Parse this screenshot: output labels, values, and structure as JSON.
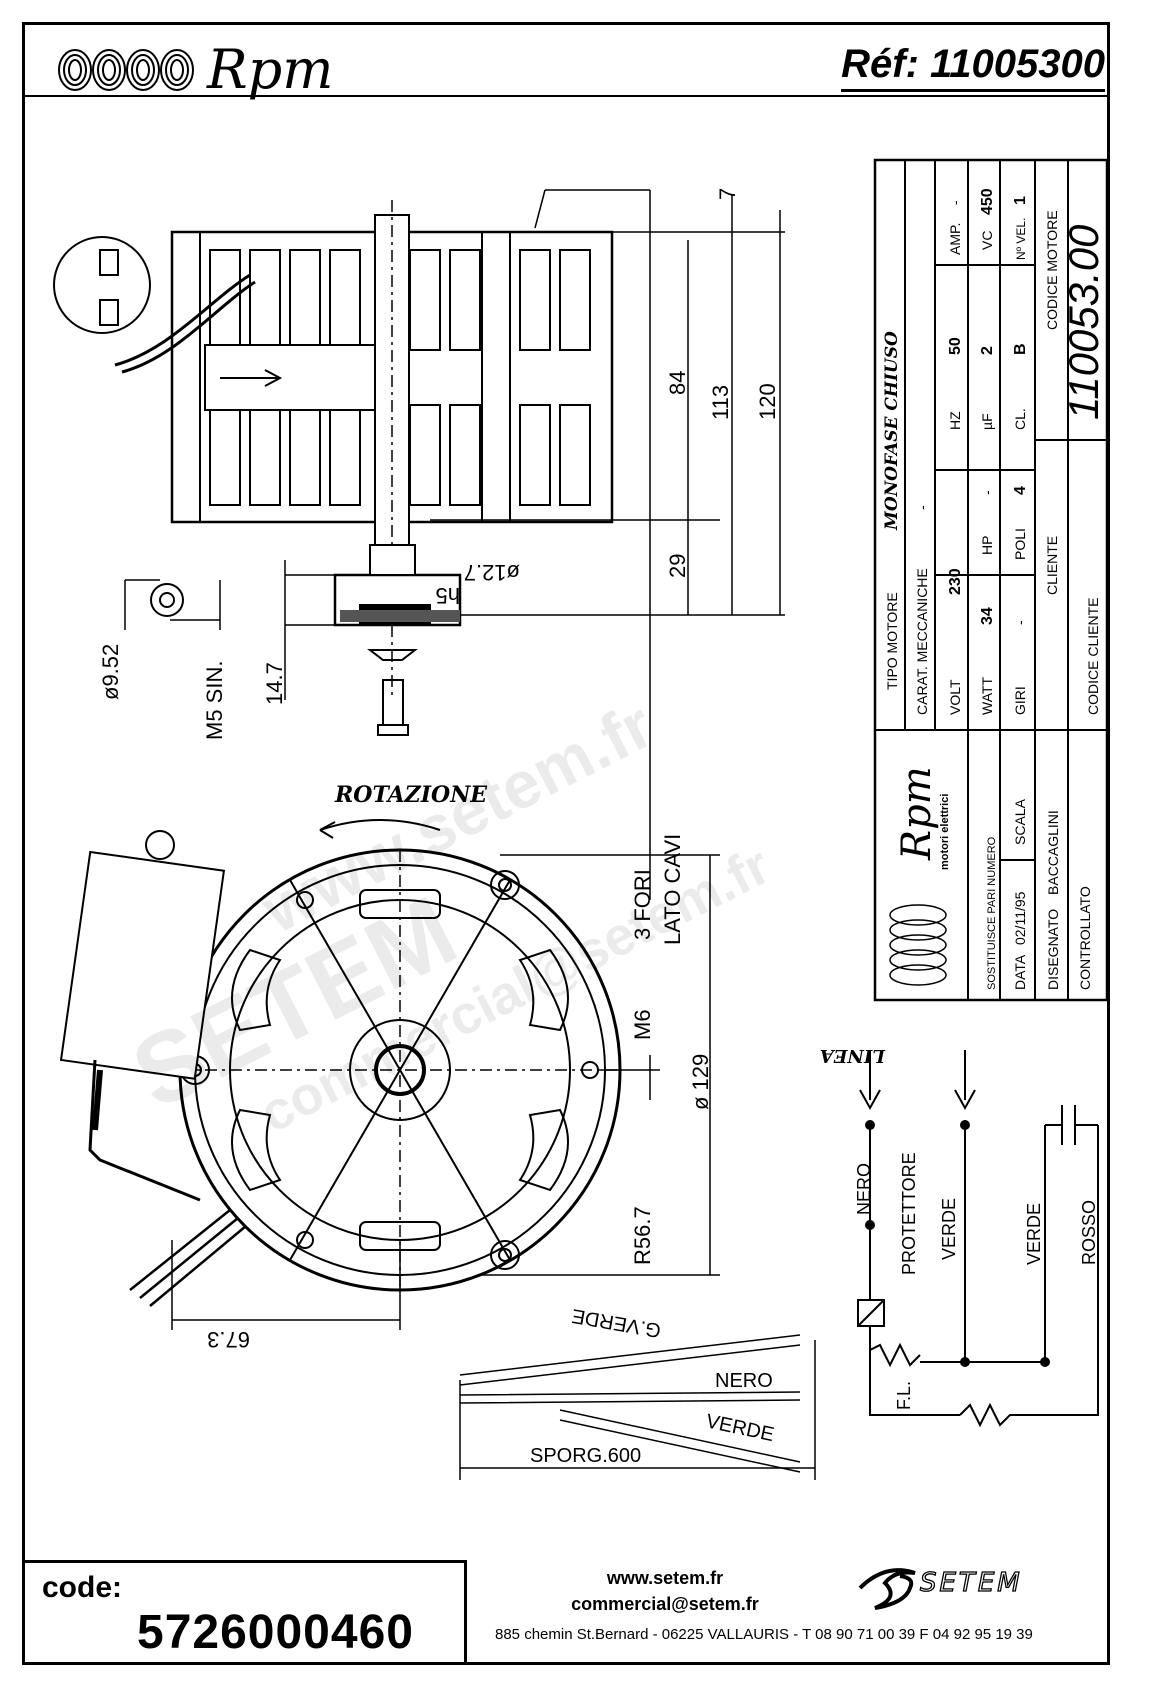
{
  "header": {
    "brand_name": "Rpm",
    "reference": "Réf: 11005300"
  },
  "drawing_labels": {
    "dim_7": "7",
    "dim_84": "84",
    "dim_113": "113",
    "dim_120": "120",
    "dim_29": "29",
    "dim_shaft": "ø12.7",
    "dim_h5": "h5",
    "dim_9_52": "ø9.52",
    "dim_m5": "M5 SIN.",
    "dim_14_7": "14.7",
    "rotazione": "ROTAZIONE",
    "holes_1": "3 FORI",
    "holes_2": "LATO CAVI",
    "m6": "M6",
    "dim_129": "ø 129",
    "dim_r56": "R56.7",
    "dim_67": "67.3",
    "wire_gverde": "G.VERDE",
    "wire_nero": "NERO",
    "wire_verde": "VERDE",
    "sporg": "SPORG.600"
  },
  "title_block": {
    "tipo_motore_label": "TIPO MOTORE",
    "tipo_motore_value": "MONOFASE CHIUSO",
    "carat_label": "CARAT. MECCANICHE",
    "carat_value": "-",
    "volt_label": "VOLT",
    "volt_value": "230",
    "hz_label": "HZ",
    "hz_value": "50",
    "amp_label": "AMP.",
    "amp_value": "-",
    "watt_label": "WATT",
    "watt_value": "34",
    "hp_label": "HP",
    "hp_value": "-",
    "uf_label": "µF",
    "uf_value": "2",
    "vc_label": "VC",
    "vc_value": "450",
    "giri_label": "GIRI",
    "giri_value": "-",
    "poli_label": "POLI",
    "poli_value": "4",
    "cl_label": "CL.",
    "cl_value": "B",
    "nvel_label": "Nº VEL.",
    "nvel_value": "1",
    "cliente_label": "CLIENTE",
    "codice_motore_label": "CODICE MOTORE",
    "codice_motore_value": "110053.00",
    "codice_cliente_label": "CODICE CLIENTE",
    "logo_name": "Rpm",
    "logo_sub": "motori elettrici",
    "sostituisce_label": "SOSTITUISCE PARI NUMERO",
    "data_label": "DATA",
    "data_value": "02/11/95",
    "scala_label": "SCALA",
    "disegnato_label": "DISEGNATO",
    "disegnato_value": "BACCAGLINI",
    "controllato_label": "CONTROLLATO"
  },
  "wiring": {
    "linea": "LINEA",
    "nero": "NERO",
    "protettore": "PROTETTORE",
    "verde_1": "VERDE",
    "verde_2": "VERDE",
    "rosso": "ROSSO",
    "fl": "F.L."
  },
  "footer": {
    "code_label": "code:",
    "code_value": "5726000460",
    "website": "www.setem.fr",
    "email": "commercial@setem.fr",
    "address": "885 chemin St.Bernard  -  06225 VALLAURIS  -  T 08 90 71 00 39   F 04 92 95 19 39",
    "company": "SETEM"
  },
  "watermark": {
    "line_1": "www.setem.fr",
    "line_2": "SETEM",
    "line_3": "commercial@setem.fr"
  }
}
